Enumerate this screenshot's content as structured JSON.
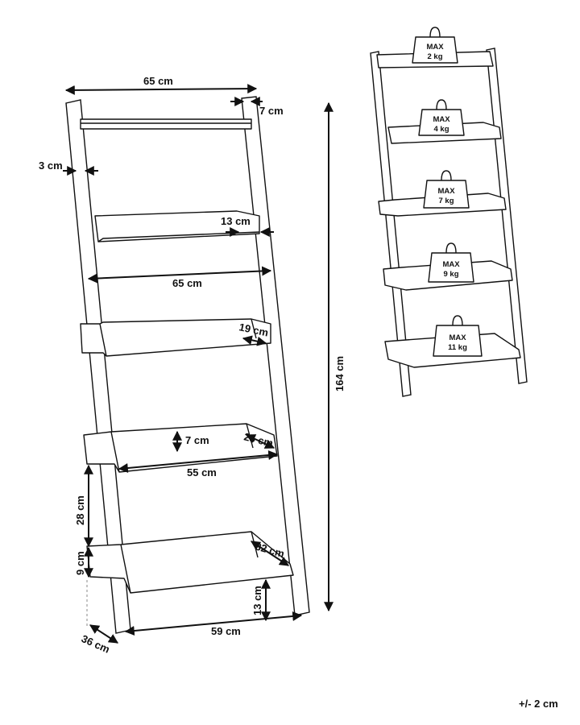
{
  "dimensions": {
    "top_width": "65 cm",
    "top_depth": "7 cm",
    "frame_thickness": "3 cm",
    "shelf1_depth": "13 cm",
    "shelf_width": "65 cm",
    "shelf2_depth": "19 cm",
    "lip_height": "7 cm",
    "shelf3_depth": "25 cm",
    "shelf3_width": "55 cm",
    "shelf_spacing": "28 cm",
    "bottom_lip": "9 cm",
    "shelf4_depth": "32 cm",
    "bottom_clearance": "13 cm",
    "base_width": "59 cm",
    "base_depth": "36 cm",
    "total_height": "164 cm"
  },
  "loads": [
    {
      "max": "MAX",
      "weight": "2 kg"
    },
    {
      "max": "MAX",
      "weight": "4 kg"
    },
    {
      "max": "MAX",
      "weight": "7 kg"
    },
    {
      "max": "MAX",
      "weight": "9 kg"
    },
    {
      "max": "MAX",
      "weight": "11 kg"
    }
  ],
  "tolerance": "+/- 2 cm"
}
